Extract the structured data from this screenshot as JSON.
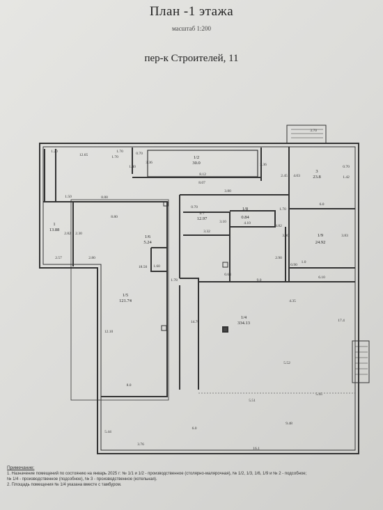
{
  "header": {
    "title": "План -1 этажа",
    "scale": "масштаб 1:200",
    "address": "пер-к Строителей, 11"
  },
  "rooms": [
    {
      "id": "room-1-2",
      "number": "1/2",
      "area": "30.0"
    },
    {
      "id": "room-1-3",
      "number": "3",
      "area": "23.8"
    },
    {
      "id": "room-1-1",
      "number": "1",
      "area": "13.88"
    },
    {
      "id": "room-1-5",
      "number": "1/5",
      "area": "121.74"
    },
    {
      "id": "room-1-6",
      "number": "1/6",
      "area": "5.24"
    },
    {
      "id": "room-1-7",
      "number": "1/7",
      "area": "12.97"
    },
    {
      "id": "room-1-8",
      "number": "1/8",
      "area": "0.84"
    },
    {
      "id": "room-1-9",
      "number": "1/9",
      "area": "24.92"
    },
    {
      "id": "room-1-4",
      "number": "1/4",
      "area": "334.13"
    }
  ],
  "dimensions": [
    "1.20",
    "12.65",
    "1.70",
    "0.70",
    "1.40",
    "1.70",
    "3.36",
    "8.12",
    "3.36",
    "8.07",
    "2.45",
    "4.03",
    "3.70",
    "0.70",
    "1.42",
    "1.50",
    "8.88",
    "8.80",
    "2.30",
    "2.82",
    "2.57",
    "2.80",
    "18.50",
    "1.60",
    "1.78",
    "3.80",
    "0.70",
    "3.10",
    "3.32",
    "4.10",
    "1.70",
    "4.82",
    "3.90",
    "6.0",
    "3.83",
    "0.90",
    "6.10",
    "9.0",
    "0.64",
    "4.35",
    "17.4",
    "12.10",
    "14.70",
    "8.0",
    "5.45",
    "5.52",
    "5.51",
    "5.44",
    "3.76",
    "6.0",
    "16.1",
    "9.48",
    "2.90",
    "1.0"
  ],
  "notes": {
    "heading": "Примечание:",
    "line1": "1. Назначение помещений по состоянию на январь 2025 г: № 1/1 и 1/2 - производственное (столярно-малярочная), № 1/2, 1/3, 1/6, 1/9 и № 2 - подсобное;",
    "line1b": "№ 1/4 - производственное (подсобное), № 3 - производственное (котельная).",
    "line2": "2. Площадь помещения № 1/4 указана вместе с тамбуром."
  }
}
